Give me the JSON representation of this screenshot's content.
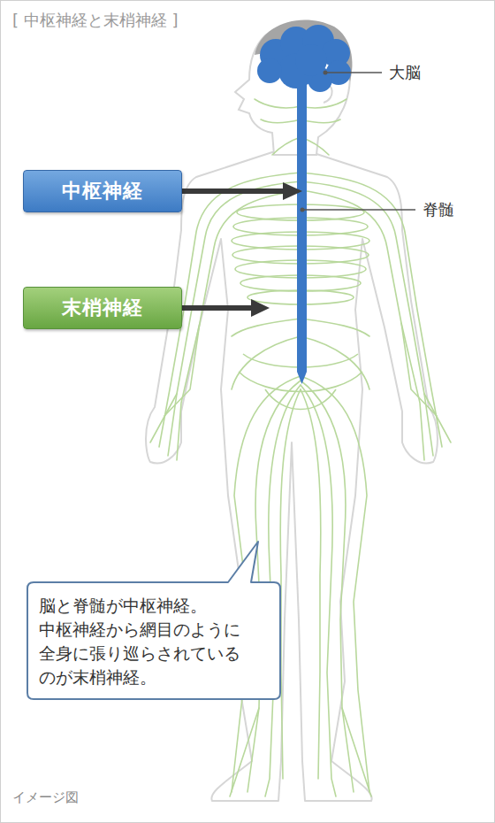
{
  "diagram": {
    "title": "[ 中枢神経と末梢神経 ]",
    "nodes": [
      {
        "text": [
          "中枢神経"
        ]
      },
      {
        "text": [
          "末梢神経"
        ]
      },
      {
        "text": [
          "脳と脊髄が中枢神経。 中枢神経から網目のように 全身に張り巡らされている のが末梢神経。"
        ]
      }
    ],
    "labels": [
      "大脳",
      "脊髄",
      "イメージ図"
    ]
  }
}
